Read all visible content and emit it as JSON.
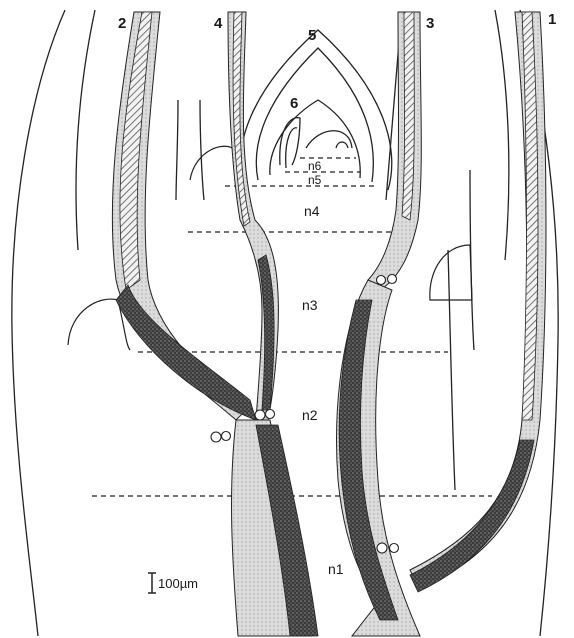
{
  "figure": {
    "trace_labels": [
      "1",
      "2",
      "3",
      "4",
      "5",
      "6"
    ],
    "node_labels": [
      "n1",
      "n2",
      "n3",
      "n4",
      "n5",
      "n6"
    ],
    "scale_bar": "100µm"
  }
}
